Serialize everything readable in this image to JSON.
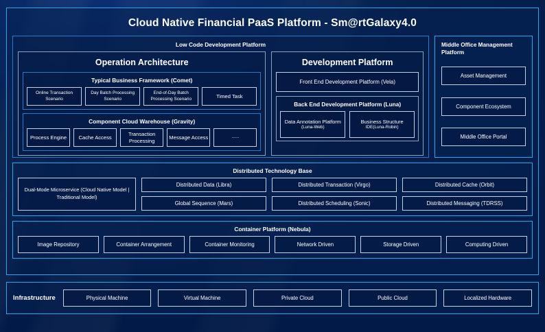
{
  "title": "Cloud Native Financial PaaS Platform - Sm@rtGalaxy4.0",
  "theme": {
    "page_background": "#021b4d",
    "accent_border": "#27a8e8",
    "panel_border": "#2f76c4",
    "chip_border": "#c6d2e4",
    "text": "#ffffff"
  },
  "low_code": {
    "heading": "Low Code Development Platform",
    "operation": {
      "title": "Operation Architecture",
      "groups": [
        {
          "title": "Typical Business Framework (Comet)",
          "items": [
            "Online Transaction Scenario",
            "Day Batch Processing Scenario",
            "End-of-Day Batch Processing Scenario",
            "Timed Task"
          ]
        },
        {
          "title": "Component Cloud Warehouse (Gravity)",
          "items": [
            "Process Engine",
            "Cache Access",
            "Transaction Processing",
            "Message Access",
            "......"
          ]
        }
      ]
    },
    "development": {
      "title": "Development Platform",
      "front_end": "Front End Development Platform (Vela)",
      "back_end": {
        "title": "Back End Development Platform (Luna)",
        "items": [
          {
            "name": "Data Annotation Platform",
            "sub": "(Luna-Web)"
          },
          {
            "name": "Business Structure",
            "sub": "IDE(Luna-Robin)"
          }
        ]
      }
    }
  },
  "middle_office": {
    "title": "Middle Office Management Platform",
    "items": [
      "Asset Management",
      "Component Ecosystem",
      "Middle Office Portal"
    ]
  },
  "distributed_base": {
    "heading": "Distributed Technology Base",
    "lead": "Dual-Mode Microservice (Cloud Native Model | Traditional Model)",
    "cells": [
      "Distributed Data (Libra)",
      "Distributed Transaction (Virgo)",
      "Distributed Cache (Orbit)",
      "Global Sequence (Mars)",
      "Distributed Scheduling (Sonic)",
      "Distributed Messaging (TDRSS)"
    ]
  },
  "container_platform": {
    "heading": "Container Platform (Nebula)",
    "cells": [
      "Image Repository",
      "Container Arrangement",
      "Container Monitoring",
      "Network Driven",
      "Storage Driven",
      "Computing Driven"
    ]
  },
  "infrastructure": {
    "label": "Infrastructure",
    "cells": [
      "Physical Machine",
      "Virtual Machine",
      "Private Cloud",
      "Public Cloud",
      "Localized Hardware"
    ]
  }
}
